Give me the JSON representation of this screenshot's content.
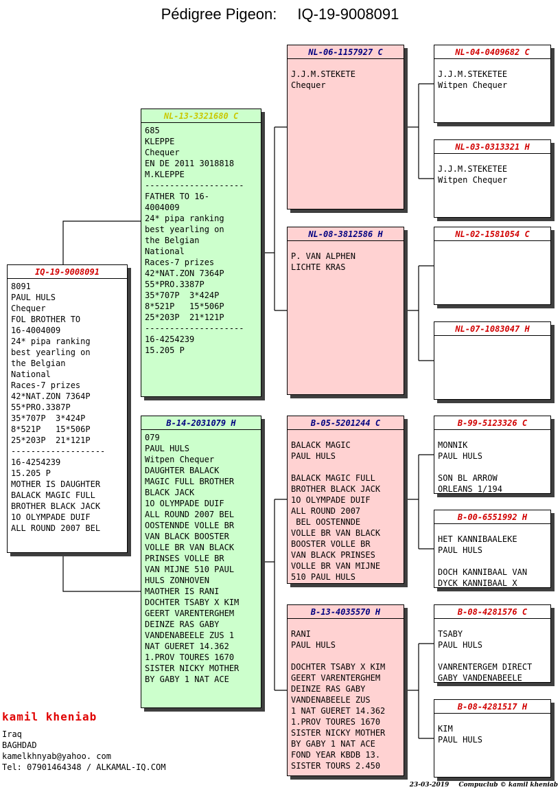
{
  "header": {
    "title": "Pédigree Pigeon:",
    "ring": "IQ-19-9008091"
  },
  "colors": {
    "parent_box": "#ccffcc",
    "grandparent_box": "#ffd2d2",
    "outer_box": "#ffffff",
    "title_red": "#d10000",
    "title_navy": "#000080",
    "title_yellow": "#c8c800",
    "breeder_name_red": "#e00000",
    "shadow": "#3f3f3f"
  },
  "boxes": {
    "subject": {
      "title": "IQ-19-9008091",
      "body": "8091\nPAUL HULS\nChequer\nFOL BROTHER TO\n16-4004009\n24* pipa ranking\nbest yearling on\nthe Belgian\nNational\nRaces-7 prizes\n42*NAT.ZON 7364P\n55*PRO.3387P\n35*707P  3*424P\n8*521P   15*506P\n25*203P  21*121P\n-------------------\n16-4254239\n15.205 P\nMOTHER IS DAUGHTER\nBALACK MAGIC FULL\nBROTHER BLACK JACK\n1O OLYMPADE DUIF\nALL ROUND 2007 BEL"
    },
    "father": {
      "title": "NL-13-3321680 C",
      "body": "685\nKLEPPE\nChequer\nEN DE 2011 3018818\nM.KLEPPE\n--------------------\nFATHER TO 16-\n4004009\n24* pipa ranking\nbest yearling on\nthe Belgian\nNational\nRaces-7 prizes\n42*NAT.ZON 7364P\n55*PRO.3387P\n35*707P  3*424P\n8*521P   15*506P\n25*203P  21*121P\n--------------------\n16-4254239\n15.205 P"
    },
    "mother": {
      "title": "B-14-2031079 H",
      "body": "079\nPAUL HULS\nWitpen Chequer\nDAUGHTER BALACK\nMAGIC FULL BROTHER\nBLACK JACK\n1O OLYMPADE DUIF\nALL ROUND 2007 BEL\nOOSTENNDE VOLLE BR\nVAN BLACK BOOSTER\nVOLLE BR VAN BLACK\nPRINSES VOLLE BR\nVAN MIJNE 510 PAUL\nHULS ZONHOVEN\nMAOTHER IS RANI\nDOCHTER TSABY X KIM\nGEERT VARENTERGHEM\nDEINZE RAS GABY\nVANDENABEELE ZUS 1\nNAT GUERET 14.362\n1.PROV TOURES 1670\nSISTER NICKY MOTHER\nBY GABY 1 NAT ACE"
    },
    "gf1": {
      "title": "NL-06-1157927 C",
      "body": "J.J.M.STEKETE\nChequer"
    },
    "gm1": {
      "title": "NL-08-3812586 H",
      "body": "P. VAN ALPHEN\nLICHTE KRAS"
    },
    "gf2": {
      "title": "B-05-5201244 C",
      "body": "BALACK MAGIC\nPAUL HULS\n\nBALACK MAGIC FULL\nBROTHER BLACK JACK\n1O OLYMPADE DUIF\nALL ROUND 2007\n BEL OOSTENNDE\nVOLLE BR VAN BLACK\nBOOSTER VOLLE BR\nVAN BLACK PRINSES\nVOLLE BR VAN MIJNE\n510 PAUL HULS"
    },
    "gm2": {
      "title": "B-13-4035570 H",
      "body": "RANI\nPAUL HULS\n\nDOCHTER TSABY X KIM\nGEERT VARENTERGHEM\nDEINZE RAS GABY\nVANDENABEELE ZUS\n1 NAT GUERET 14.362\n1.PROV TOURES 1670\nSISTER NICKY MOTHER\nBY GABY 1 NAT ACE\nFOND YEAR KBDB 13.\nSISTER TOURS 2.450"
    },
    "ggf1": {
      "title": "NL-04-0409682 C",
      "body": "J.J.M.STEKETEE\nWitpen Chequer"
    },
    "ggm1": {
      "title": "NL-03-0313321 H",
      "body": "J.J.M.STEKETEE\nWitpen Chequer"
    },
    "ggf2": {
      "title": "NL-02-1581054 C",
      "body": ""
    },
    "ggm2": {
      "title": "NL-07-1083047 H",
      "body": ""
    },
    "ggf3": {
      "title": "B-99-5123326 C",
      "body": "MONNIK\nPAUL HULS\n\nSON BL ARROW\nORLEANS 1/194"
    },
    "ggm3": {
      "title": "B-00-6551992 H",
      "body": "HET KANNIBAALEKE\nPAUL HULS\n\nDOCH KANNIBAAL VAN\nDYCK KANNIBAAL X"
    },
    "ggf4": {
      "title": "B-08-4281576 C",
      "body": "TSABY\nPAUL HULS\n\nVANRENTERGEM DIRECT\nGABY VANDENABEELE"
    },
    "ggm4": {
      "title": "B-08-4281517 H",
      "body": "KIM\nPAUL HULS"
    }
  },
  "footer": {
    "name": "kamil kheniab",
    "country": "Iraq",
    "city": "BAGHDAD",
    "email": "kamelkhnyab@yahoo. com",
    "tel": "Tel: 07901464348 / ALKAMAL-IQ.COM"
  },
  "credit": {
    "date": "23-03-2019",
    "software": "Compuclub © kamil kheniab"
  }
}
